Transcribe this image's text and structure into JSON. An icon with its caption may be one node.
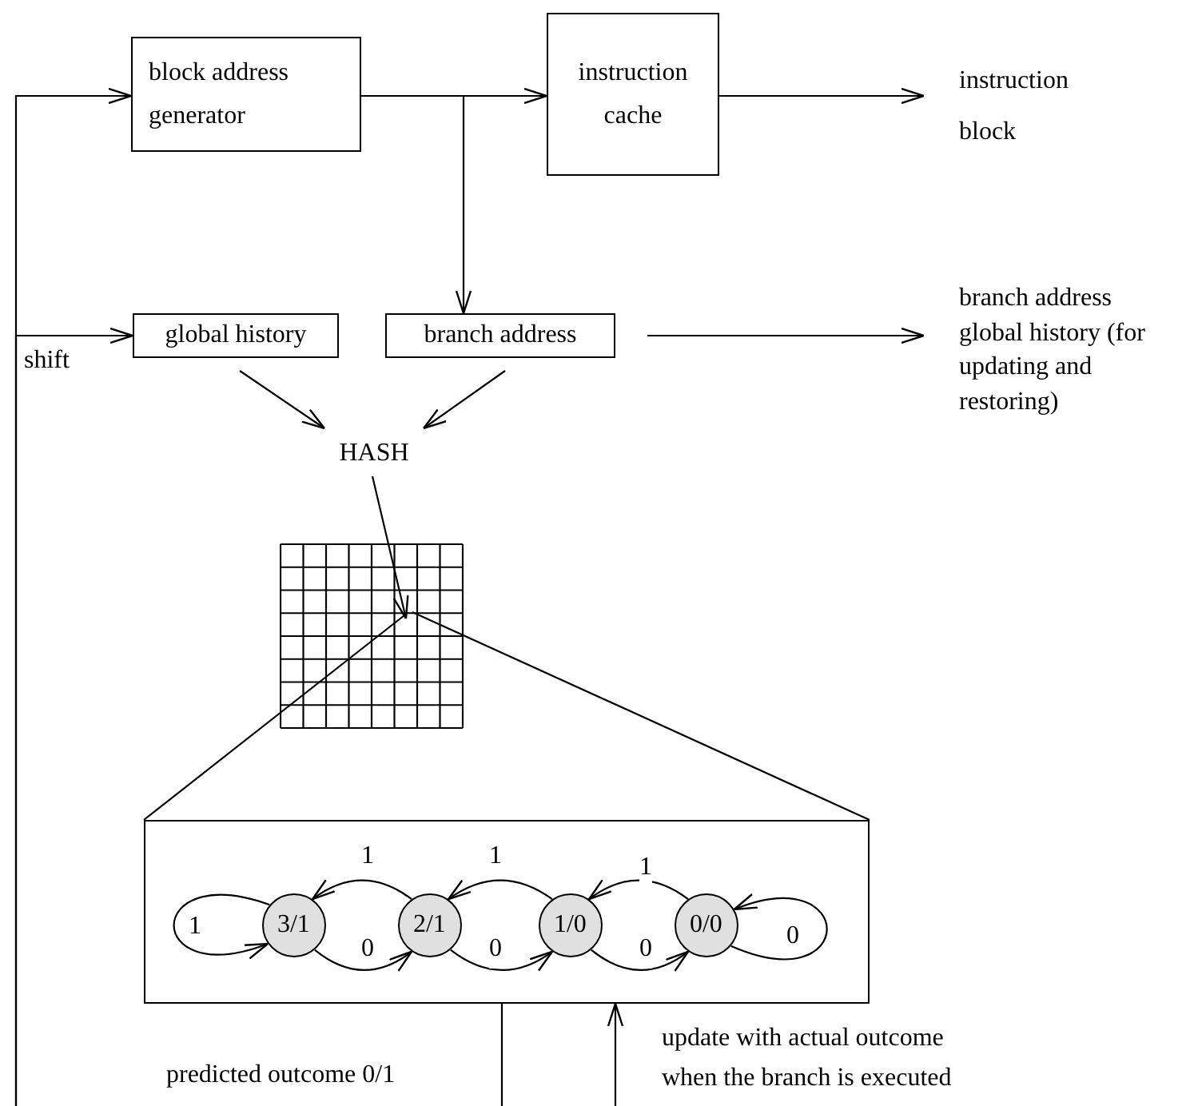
{
  "diagram": {
    "nodes": [
      {
        "text": [
          "block address generator"
        ]
      },
      {
        "text": [
          "instruction cache"
        ]
      },
      {
        "text": [
          "instruction block"
        ]
      },
      {
        "text": [
          "global history"
        ]
      },
      {
        "text": [
          "branch address"
        ]
      },
      {
        "text": [
          "branch address",
          "global history (for updating and restoring)"
        ]
      },
      {
        "text": [
          "HASH"
        ]
      },
      {
        "text": [],
        "shape": "grid"
      },
      {
        "text": [],
        "shape": "box"
      },
      {
        "text": [
          "3/1"
        ],
        "in": 8
      },
      {
        "text": [
          "2/1"
        ],
        "in": 8
      },
      {
        "text": [
          "1/0"
        ],
        "in": 8
      },
      {
        "text": [
          "0/0"
        ],
        "in": 8
      }
    ],
    "edges": [
      {
        "from": null,
        "to": 0,
        "arrow": "to"
      },
      {
        "from": null,
        "to": 3,
        "arrow": "to",
        "label": "shift"
      },
      {
        "from": 0,
        "to": 1,
        "arrow": "to"
      },
      {
        "from": 0,
        "to": 4,
        "arrow": "to"
      },
      {
        "from": 1,
        "to": 2,
        "arrow": "to"
      },
      {
        "from": 4,
        "to": 5,
        "arrow": "to"
      },
      {
        "from": 3,
        "to": 6,
        "arrow": "to"
      },
      {
        "from": 4,
        "to": 6,
        "arrow": "to"
      },
      {
        "from": 6,
        "to": 7,
        "arrow": "to"
      },
      {
        "from": 7,
        "to": 8,
        "arrow": "none"
      },
      {
        "from": 7,
        "to": 8,
        "arrow": "none"
      },
      {
        "from": 9,
        "to": 9,
        "arrow": "to",
        "label": "1"
      },
      {
        "from": 10,
        "to": 9,
        "arrow": "to",
        "label": "1"
      },
      {
        "from": 11,
        "to": 10,
        "arrow": "to",
        "label": "1"
      },
      {
        "from": 12,
        "to": 11,
        "arrow": "to",
        "label": "1"
      },
      {
        "from": 9,
        "to": 10,
        "arrow": "to",
        "label": "0"
      },
      {
        "from": 10,
        "to": 11,
        "arrow": "to",
        "label": "0"
      },
      {
        "from": 11,
        "to": 12,
        "arrow": "to",
        "label": "0"
      },
      {
        "from": 12,
        "to": 12,
        "arrow": "to",
        "label": "0"
      },
      {
        "from": 8,
        "to": null,
        "arrow": "none",
        "label": "predicted outcome 0/1"
      },
      {
        "from": null,
        "to": 8,
        "arrow": "to",
        "label": "update with actual outcome when the branch is executed"
      }
    ]
  }
}
